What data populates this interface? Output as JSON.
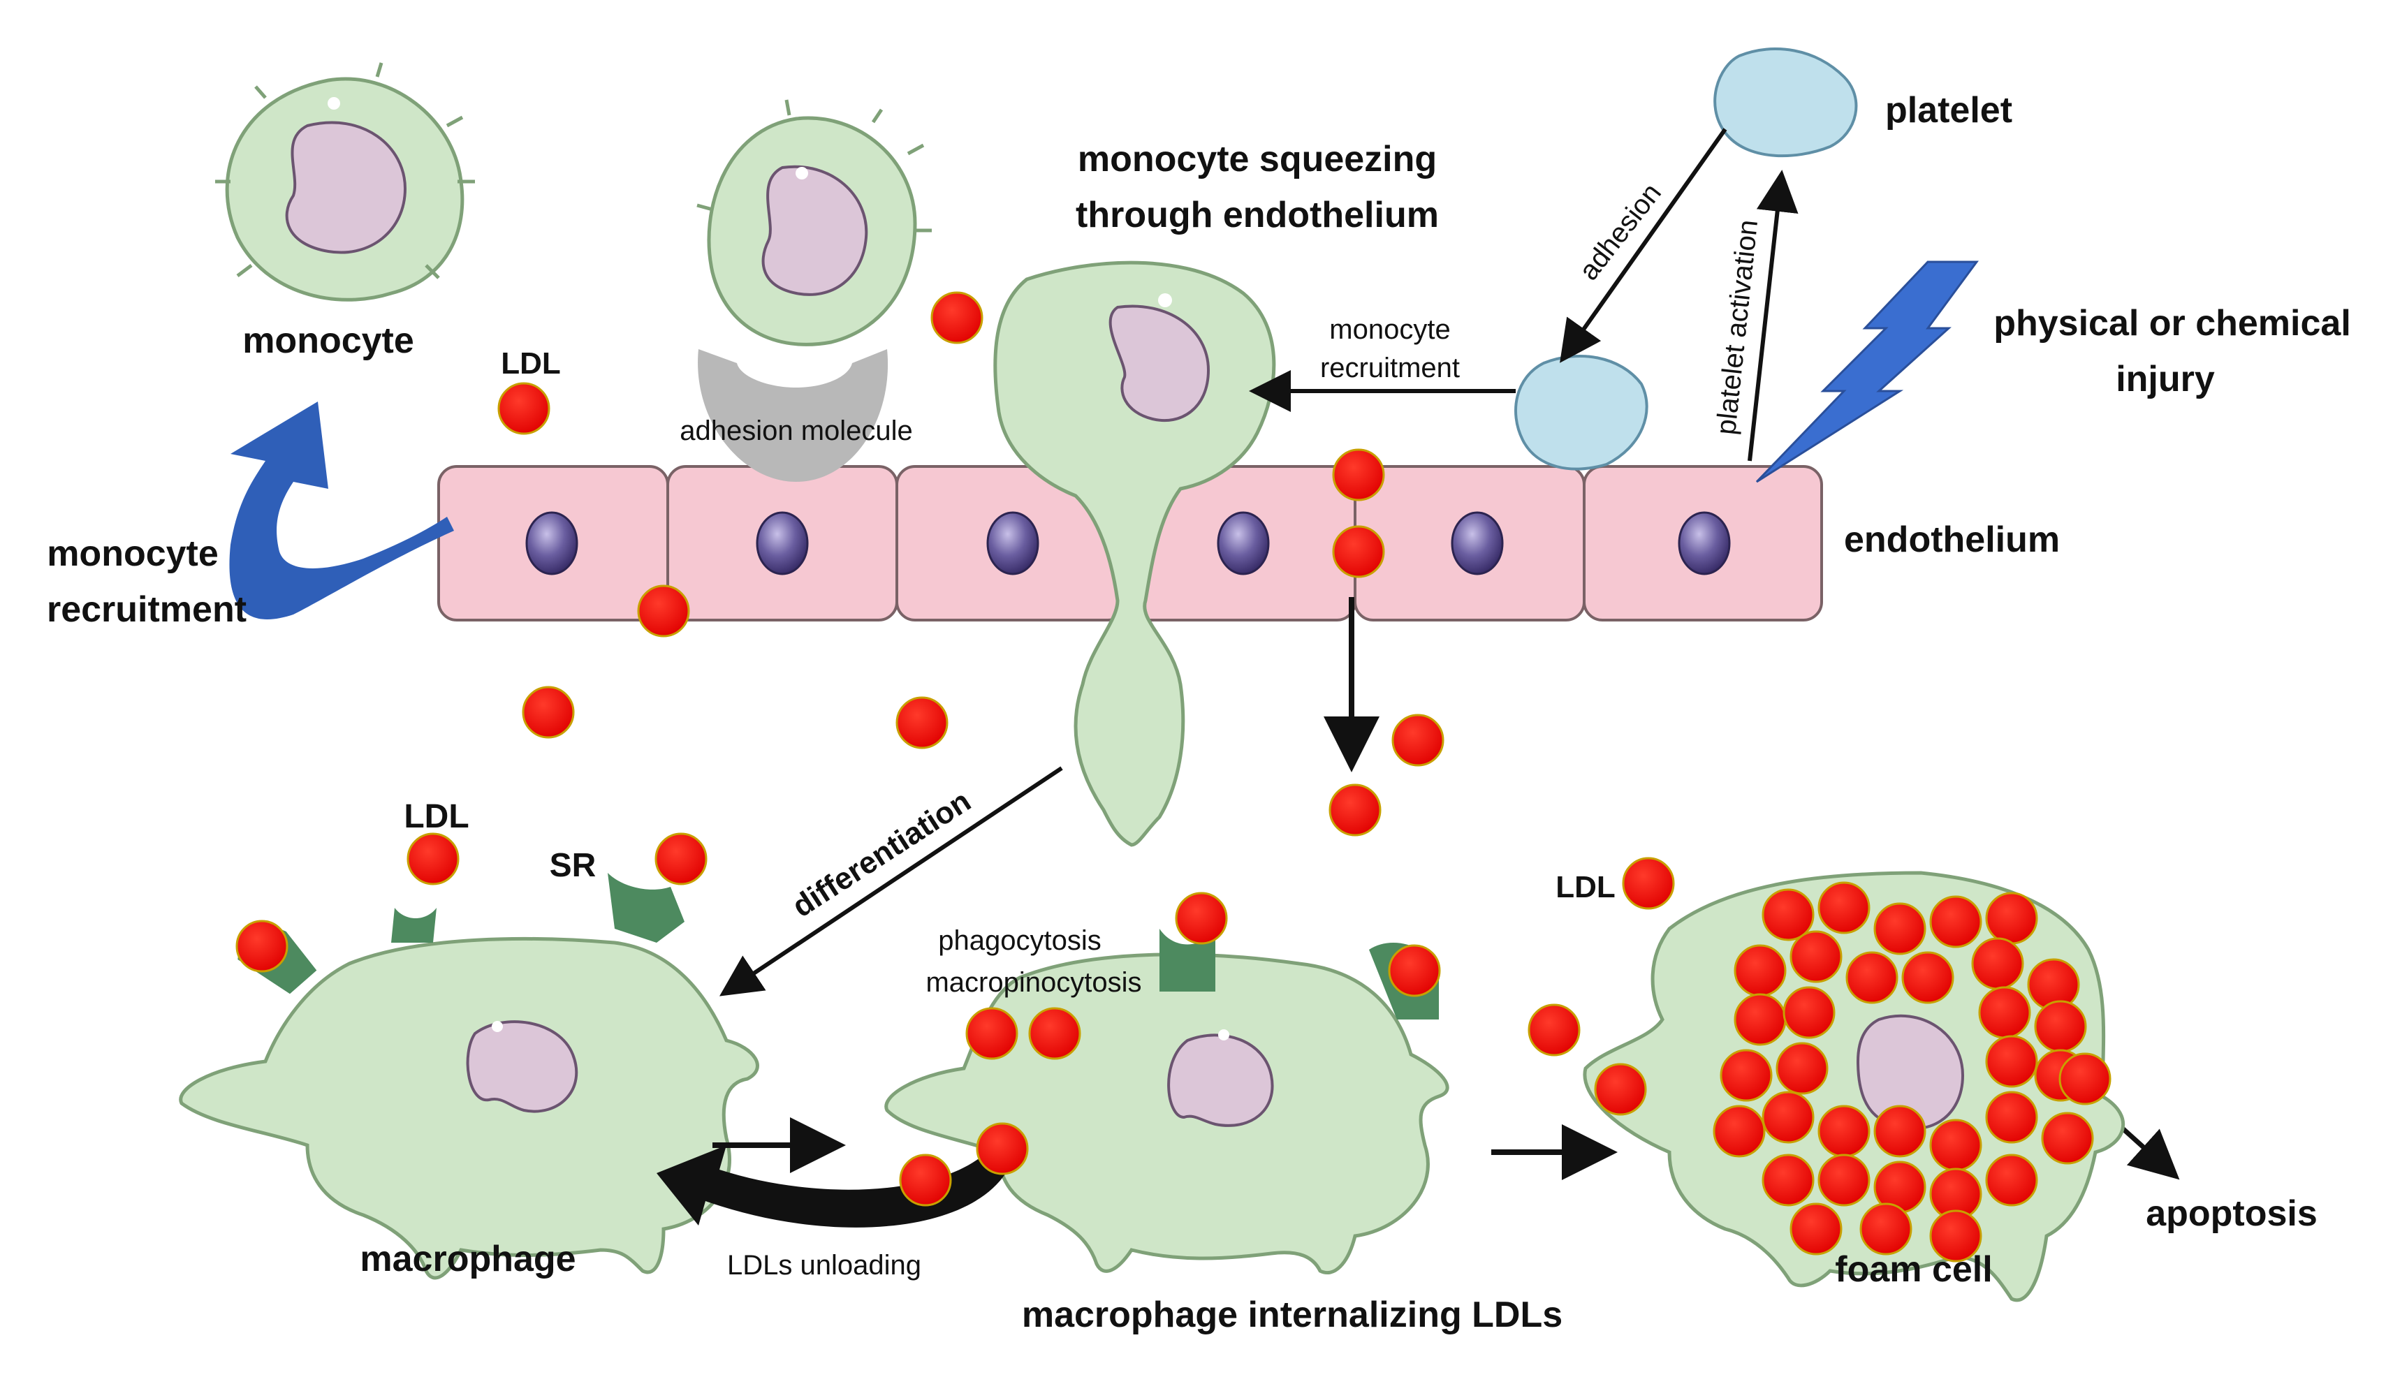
{
  "labels": {
    "monocyte": "monocyte",
    "ldl_top": "LDL",
    "adhesion_molecule": "adhesion molecule",
    "squeezing_line1": "monocyte squeezing",
    "squeezing_line2": "through endothelium",
    "monocyte_recruitment_small_1": "monocyte",
    "monocyte_recruitment_small_2": "recruitment",
    "platelet": "platelet",
    "adhesion": "adhesion",
    "platelet_activation": "platelet activation",
    "injury_line1": "physical or chemical",
    "injury_line2": "injury",
    "endothelium": "endothelium",
    "monocyte_recruitment_left_1": "monocyte",
    "monocyte_recruitment_left_2": "recruitment",
    "differentiation": "differentiation",
    "ldl_macrophage": "LDL",
    "sr": "SR",
    "macrophage": "macrophage",
    "ldls_unloading": "LDLs unloading",
    "phagocytosis": "phagocytosis",
    "macropinocytosis": "macropinocytosis",
    "macrophage_internalizing": "macrophage internalizing LDLs",
    "ldl_foam": "LDL",
    "foam_cell": "foam cell",
    "apoptosis": "apoptosis"
  },
  "colors": {
    "cell_green": "#cfe6c8",
    "cell_green_edge": "#7fa178",
    "nucleus_pink": "#dcc6d8",
    "endothelium_pink": "#f6c8d2",
    "endo_nucleus": "#5a4d8c",
    "ldl_red": "#ee1111",
    "receptor_green": "#4d8a5f",
    "platelet_blue": "#bfe0ec",
    "blue_arrow": "#2f5fb8",
    "adhesion_grey": "#b8b8b8"
  }
}
